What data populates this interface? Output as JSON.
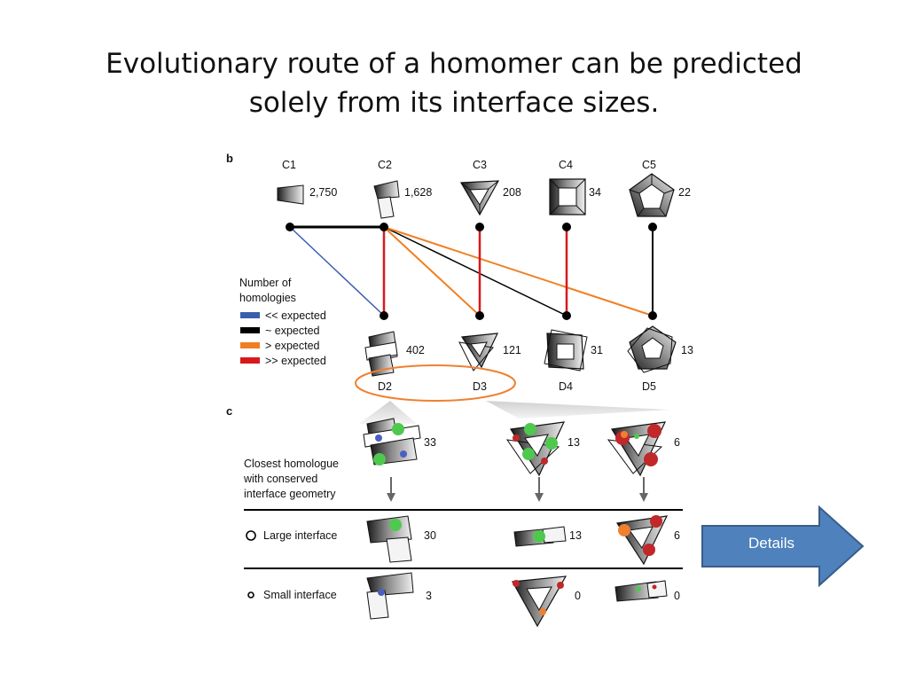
{
  "slide": {
    "title_line1": "Evolutionary route of a homomer can be predicted",
    "title_line2": "solely from its interface sizes."
  },
  "figure": {
    "panel_b": "b",
    "panel_c": "c",
    "cyclic": [
      {
        "label": "C1",
        "count": "2,750"
      },
      {
        "label": "C2",
        "count": "1,628"
      },
      {
        "label": "C3",
        "count": "208"
      },
      {
        "label": "C4",
        "count": "34"
      },
      {
        "label": "C5",
        "count": "22"
      }
    ],
    "dihedral": [
      {
        "label": "D2",
        "count": "402"
      },
      {
        "label": "D3",
        "count": "121"
      },
      {
        "label": "D4",
        "count": "31"
      },
      {
        "label": "D5",
        "count": "13"
      }
    ],
    "legend": {
      "title_line1": "Number of",
      "title_line2": "homologies",
      "items": [
        {
          "label": "<< expected",
          "color": "#3a5dae"
        },
        {
          "label": "~  expected",
          "color": "#000000"
        },
        {
          "label": "> expected",
          "color": "#f07f22"
        },
        {
          "label": ">> expected",
          "color": "#d7191c"
        }
      ]
    },
    "edges": [
      {
        "from": "C1",
        "to": "C2",
        "type": "~  expected"
      },
      {
        "from": "C1",
        "to": "D2",
        "type": "<< expected"
      },
      {
        "from": "C2",
        "to": "D2",
        "type": ">> expected"
      },
      {
        "from": "C2",
        "to": "D4",
        "type": "~  expected"
      },
      {
        "from": "C2",
        "to": "D5",
        "type": "> expected"
      },
      {
        "from": "C2",
        "to": "D3",
        "type": "> expected"
      },
      {
        "from": "C3",
        "to": "D3",
        "type": ">> expected"
      },
      {
        "from": "C4",
        "to": "D4",
        "type": ">> expected"
      },
      {
        "from": "C5",
        "to": "D5",
        "type": "~  expected"
      }
    ],
    "panel_c_rows": {
      "closest_line1": "Closest homologue",
      "closest_line2": "with conserved",
      "closest_line3": "interface geometry",
      "large": "Large interface",
      "small": "Small interface"
    },
    "panel_c_counts": {
      "top": [
        "33",
        "13",
        "6"
      ],
      "large": [
        "30",
        "13",
        "6"
      ],
      "small": [
        "3",
        "0",
        "0"
      ]
    },
    "colors": {
      "green": "#4ec94e",
      "blue": "#4a5fc1",
      "red": "#c0282a",
      "orange": "#f08030",
      "ellipse": "#f08030"
    }
  },
  "details_button": {
    "label": "Details",
    "fill": "#4f81bd",
    "stroke": "#385d8a"
  }
}
